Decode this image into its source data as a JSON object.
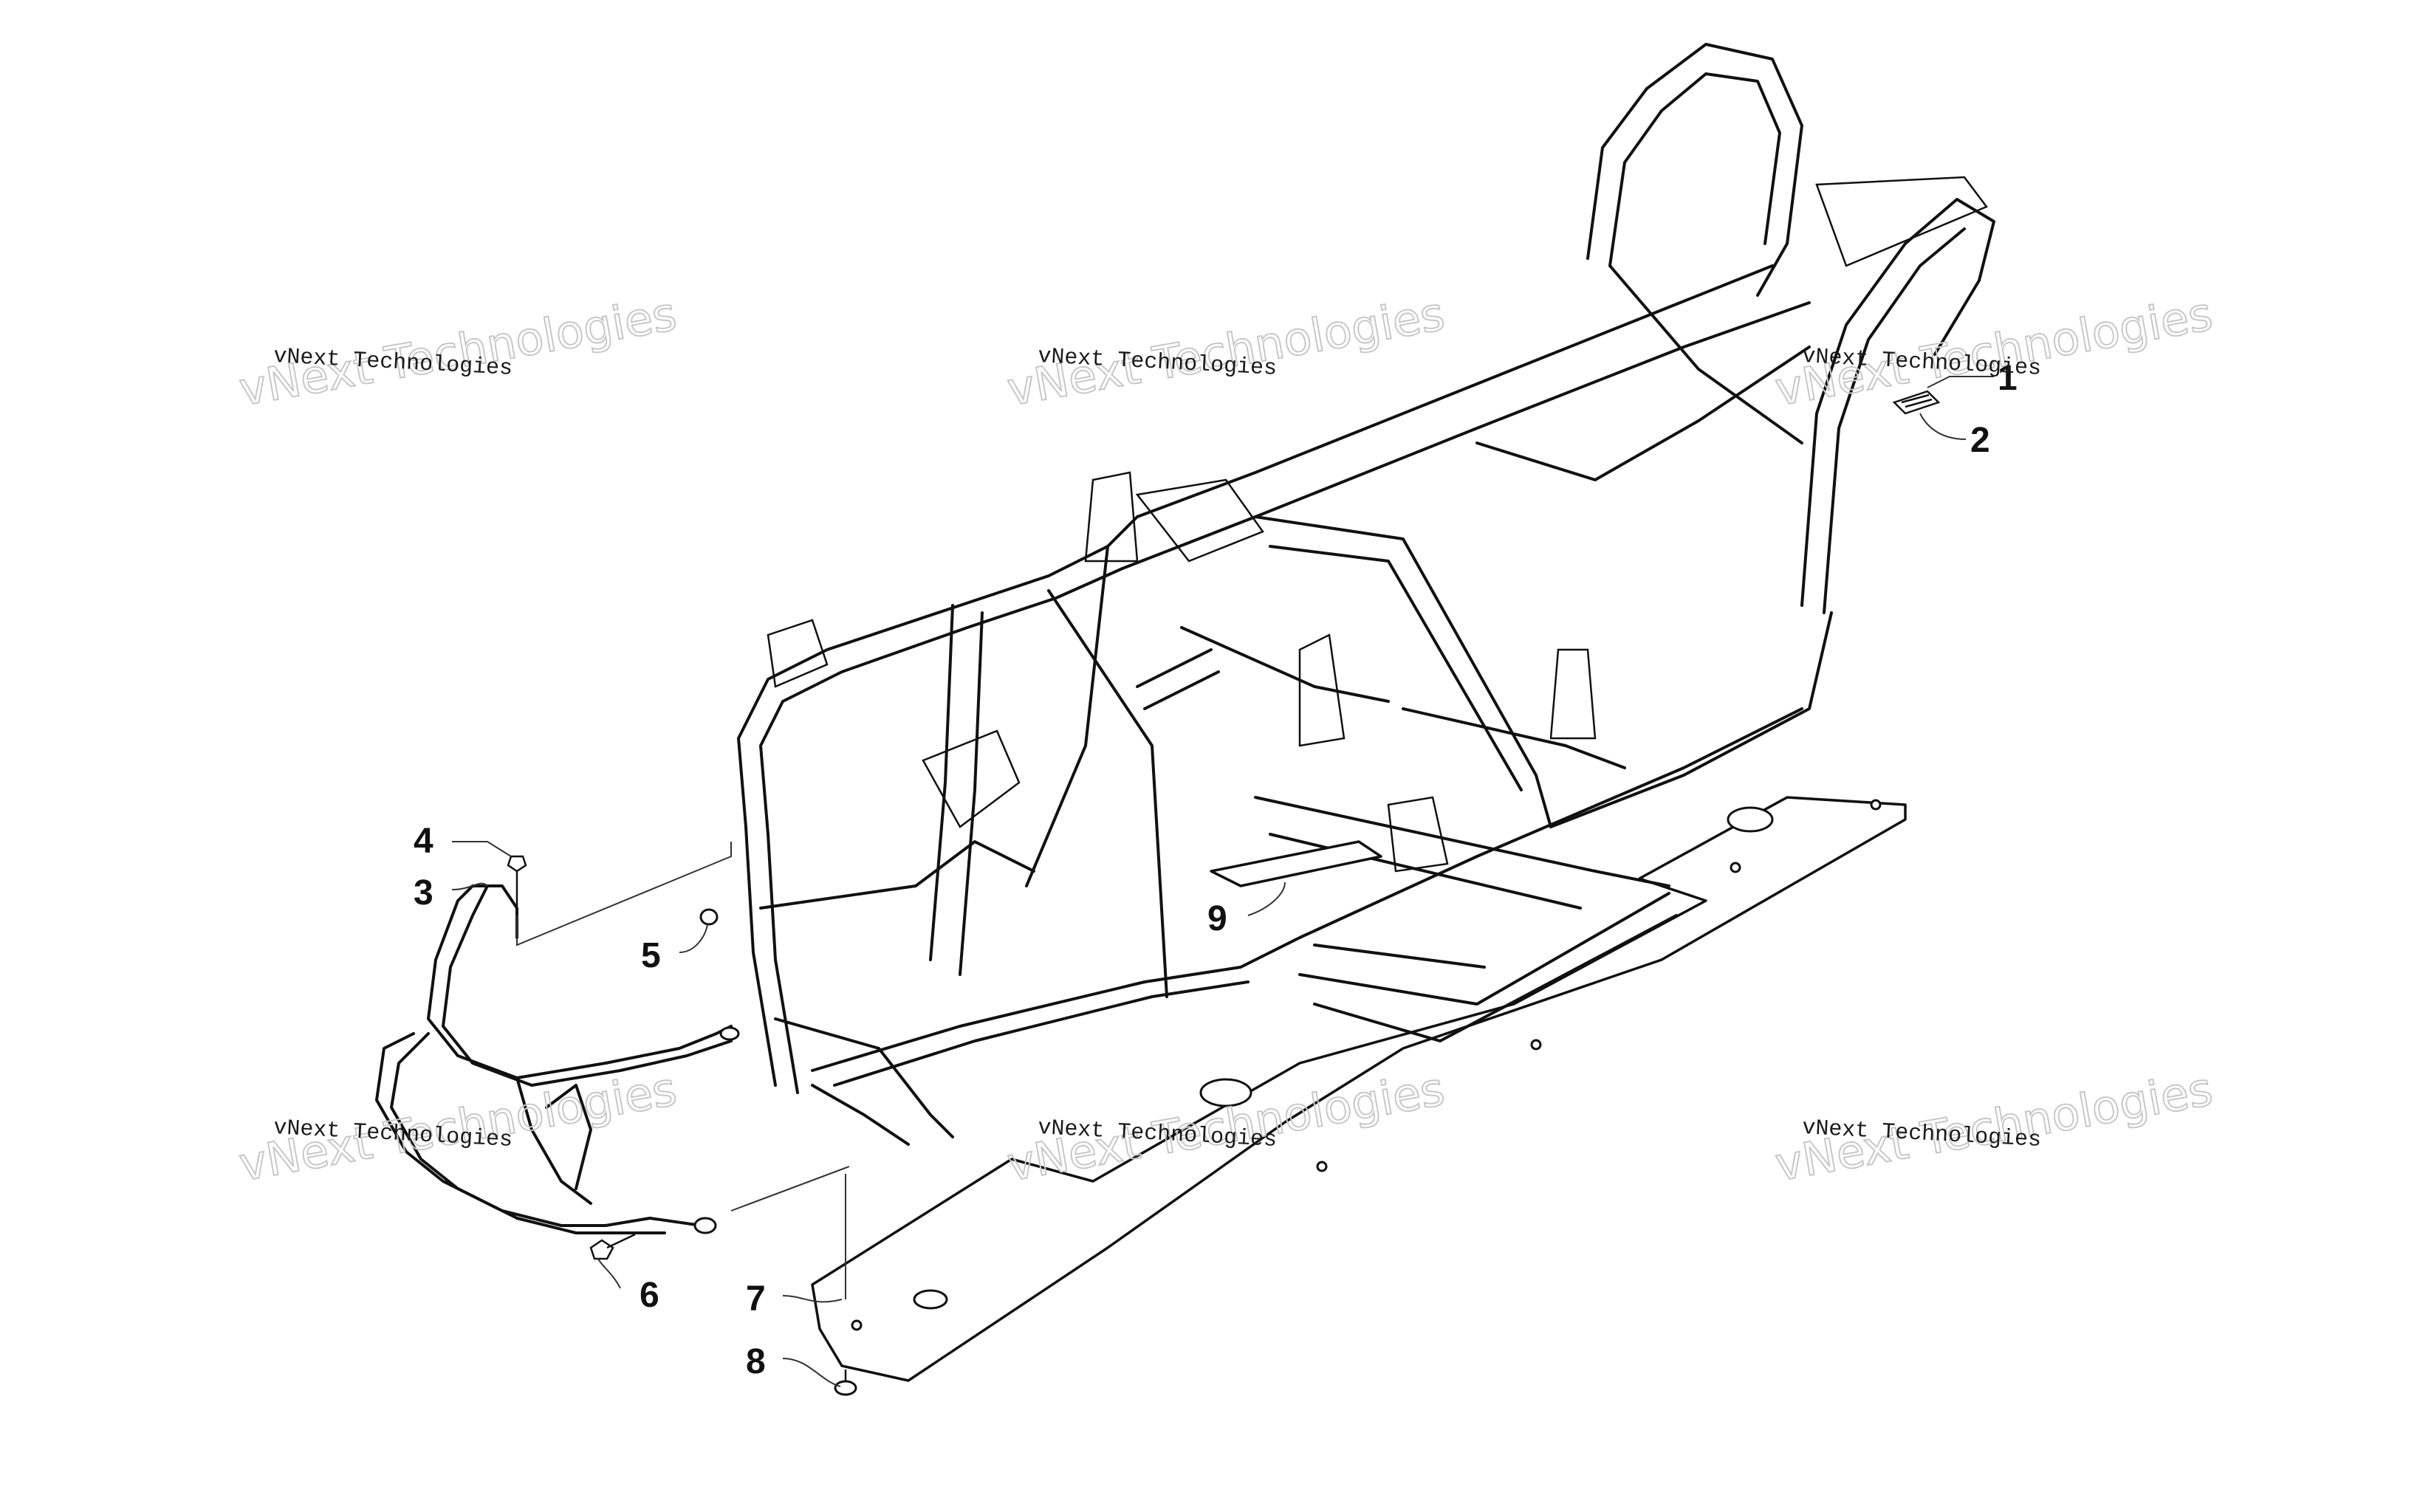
{
  "callouts": [
    "1",
    "2",
    "3",
    "4",
    "5",
    "6",
    "7",
    "8",
    "9"
  ],
  "watermarks": [
    {
      "line1": "vNext Technologies",
      "big": "vNext Technologies"
    },
    {
      "line1": "vNext Technologies",
      "big": "vNext Technologies"
    },
    {
      "line1": "vNext Technologies",
      "big": "vNext Technologies"
    },
    {
      "line1": "vNext Technologies",
      "big": "vNext Technologies"
    },
    {
      "line1": "vNext Technologies",
      "big": "vNext Technologies"
    },
    {
      "line1": "vNext Technologies",
      "big": "vNext Technologies"
    }
  ],
  "colors": {
    "line": "#111111",
    "background": "#ffffff",
    "watermark": "#c8c8c8"
  }
}
